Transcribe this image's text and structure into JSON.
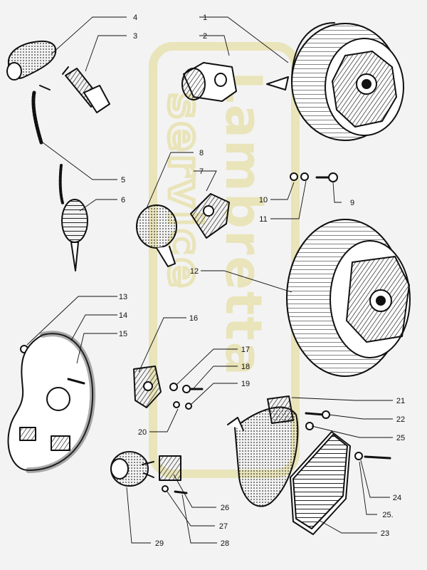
{
  "diagram": {
    "watermark": {
      "brand": "Lambretta",
      "tagline": "service",
      "brand_color": "#e6dfa6"
    },
    "ink_color": "#111111",
    "paper_color": "#f3f3f3",
    "callouts": [
      "1",
      "2",
      "3",
      "4",
      "5",
      "6",
      "7",
      "8",
      "9",
      "10",
      "11",
      "12",
      "13",
      "14",
      "15",
      "16",
      "17",
      "18",
      "19",
      "20",
      "21",
      "22",
      "23",
      "24",
      "25",
      "25.",
      "26",
      "27",
      "28",
      "29"
    ]
  }
}
